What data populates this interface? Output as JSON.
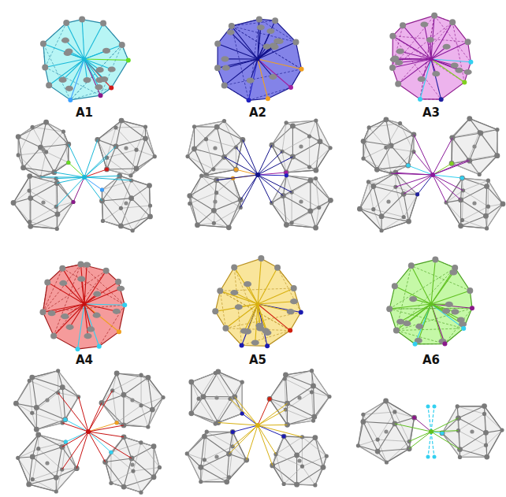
{
  "diagram": {
    "labels": [
      "A1",
      "A2",
      "A3",
      "A4",
      "A5",
      "A6"
    ]
  }
}
